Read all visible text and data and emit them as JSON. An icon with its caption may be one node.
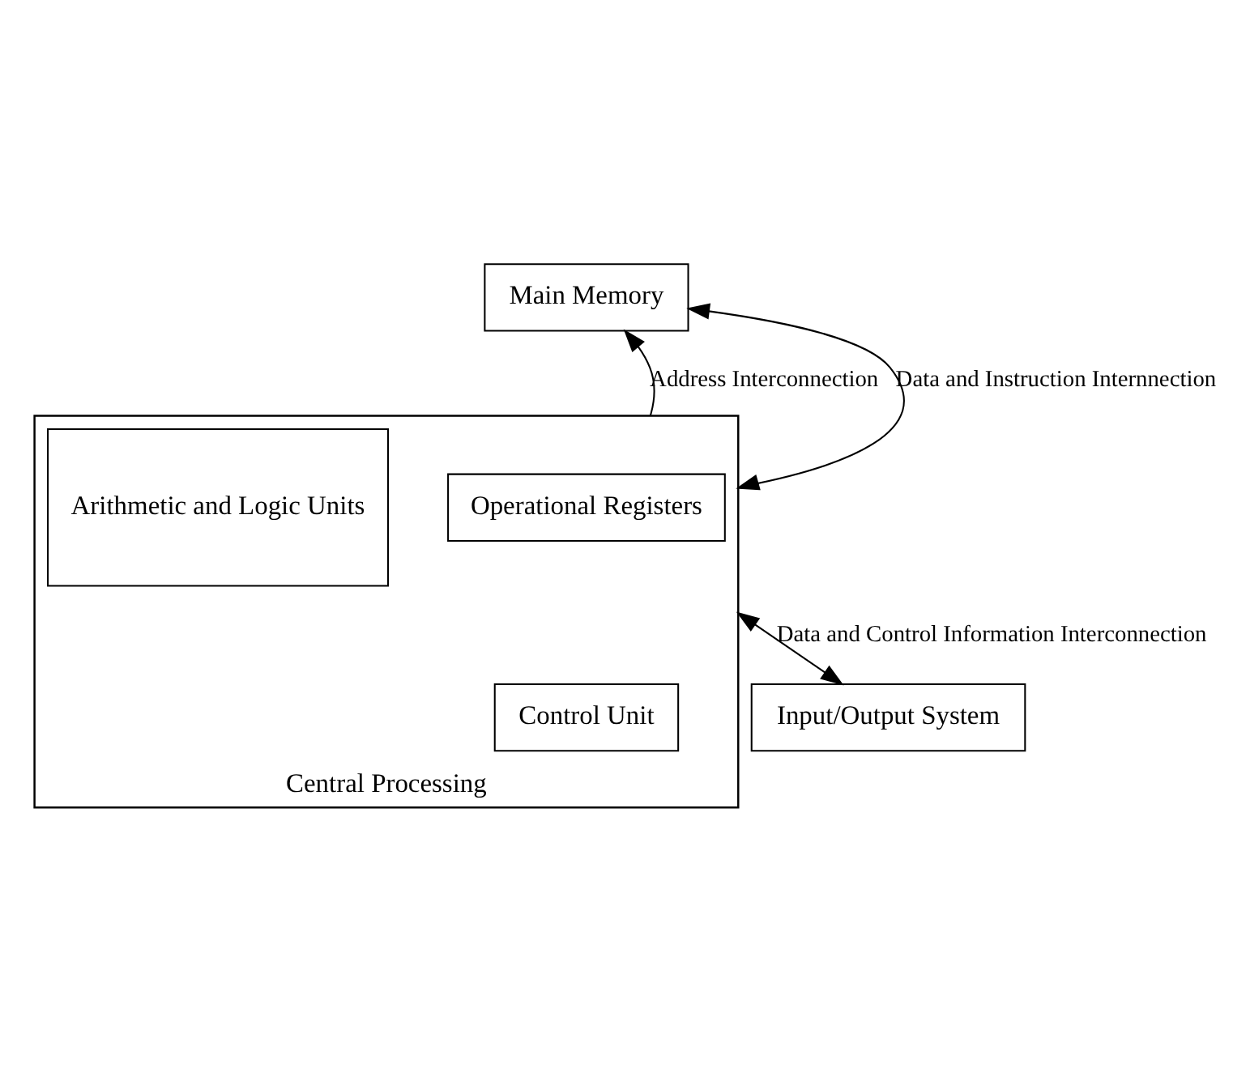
{
  "diagram": {
    "nodes": [
      {
        "text": [
          "Main Memory"
        ]
      },
      {
        "text": [
          "Central Processing"
        ]
      },
      {
        "text": [
          "Operational Registers"
        ],
        "in": 1
      },
      {
        "text": [
          "Control Unit"
        ],
        "in": 1
      },
      {
        "text": [
          "Arithmetic and Logic Units"
        ],
        "in": 1
      },
      {
        "text": [
          "Input/Output System"
        ]
      }
    ],
    "edges": [
      {
        "from": 1,
        "to": 0,
        "arrow": "to",
        "label": "Address Interconnection"
      },
      {
        "from": 1,
        "to": 0,
        "arrow": "both",
        "label": "Data and Instruction Internnection"
      },
      {
        "from": 1,
        "to": 5,
        "arrow": "both",
        "label": "Data and Control Information Interconnection"
      }
    ]
  }
}
